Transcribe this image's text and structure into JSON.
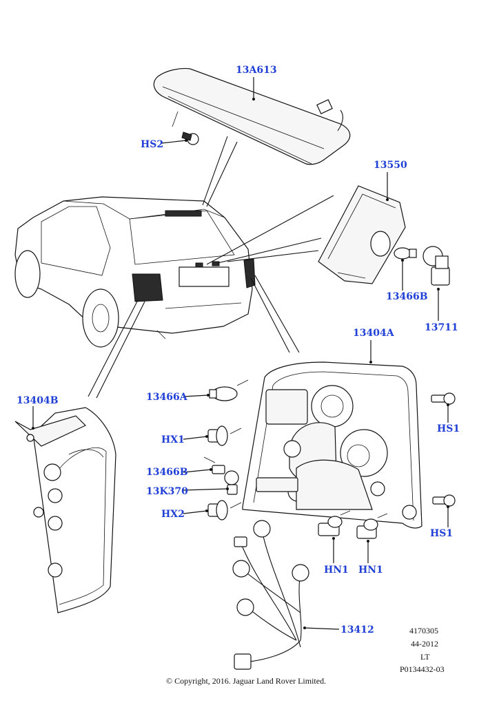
{
  "callouts": {
    "c13A613": "13A613",
    "cHS2": "HS2",
    "c13550": "13550",
    "c13466B_top": "13466B",
    "c13711": "13711",
    "c13404A": "13404A",
    "c13404B": "13404B",
    "c13466A": "13466A",
    "cHX1": "HX1",
    "c13466B_mid": "13466B",
    "c13K370": "13K370",
    "cHX2": "HX2",
    "cHS1_top": "HS1",
    "cHS1_bottom": "HS1",
    "cHN1_left": "HN1",
    "cHN1_right": "HN1",
    "c13412": "13412"
  },
  "meta": {
    "ref_number": "4170305",
    "date_code": "44-2012",
    "side": "LT",
    "illustration_id": "P0134432-03"
  },
  "copyright": "© Copyright, 2016. Jaguar Land Rover Limited.",
  "colors": {
    "callout": "#1f3fd6",
    "line": "#111111"
  }
}
